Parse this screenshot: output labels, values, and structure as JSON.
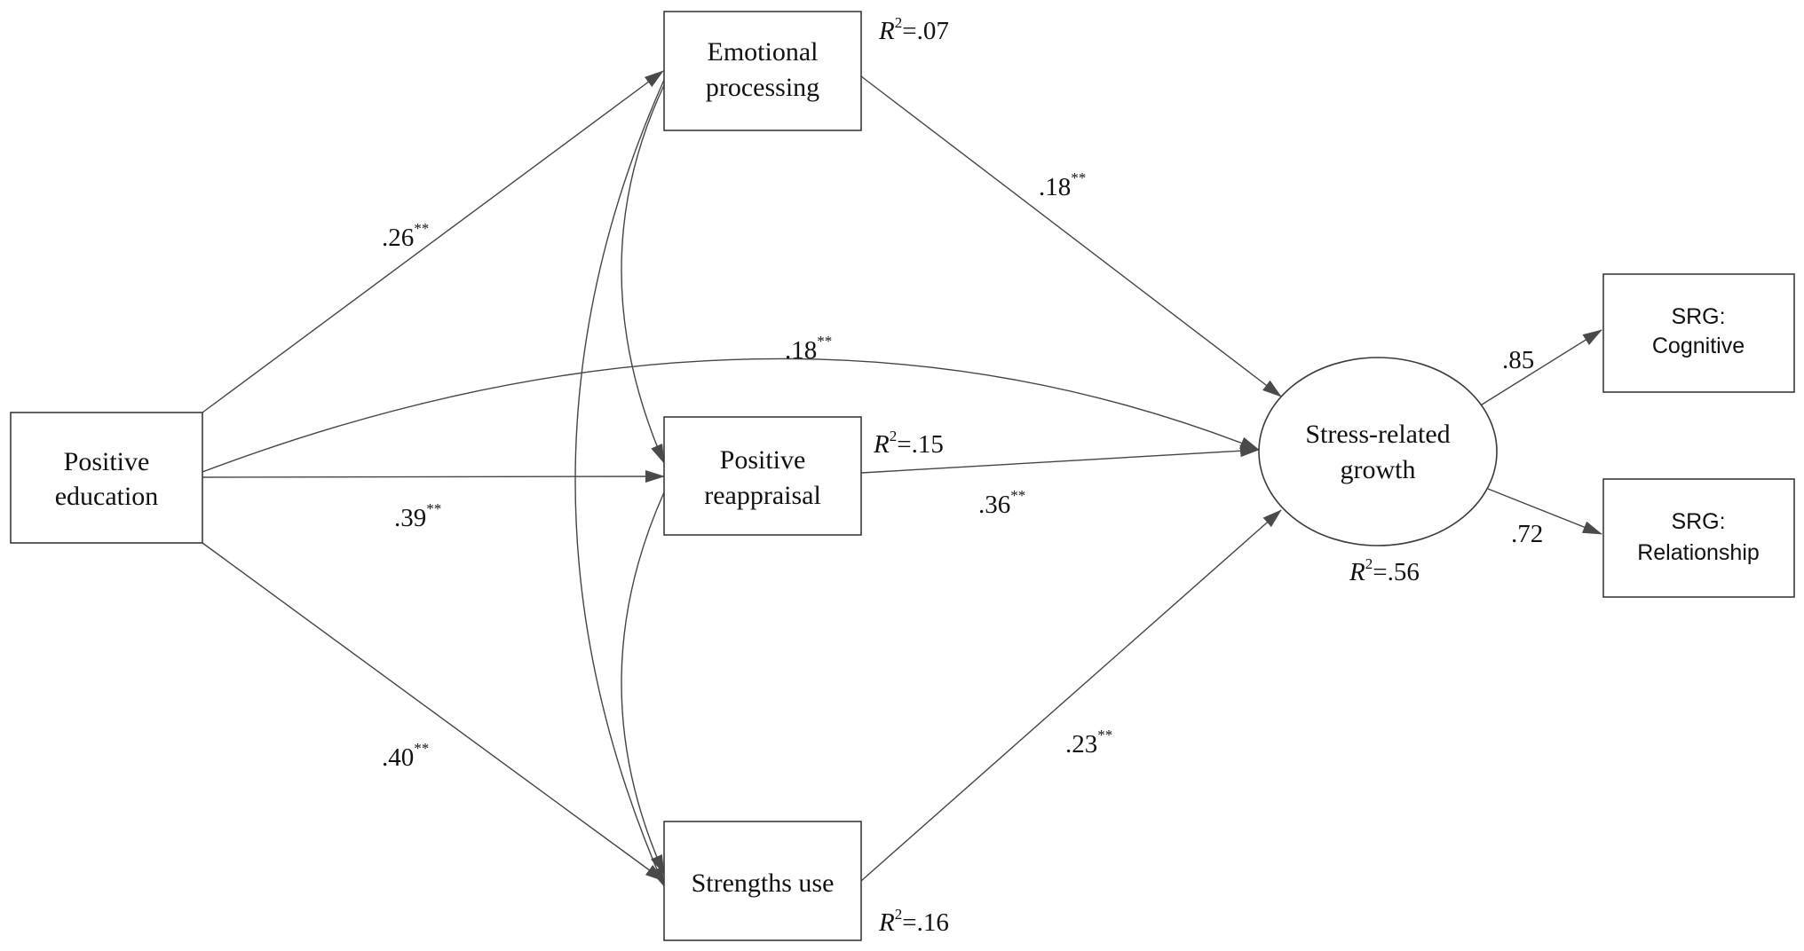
{
  "nodes": {
    "positive_education": {
      "line1": "Positive",
      "line2": "education"
    },
    "emotional_processing": {
      "line1": "Emotional",
      "line2": "processing"
    },
    "positive_reappraisal": {
      "line1": "Positive",
      "line2": "reappraisal"
    },
    "strengths_use": {
      "label": "Strengths use"
    },
    "stress_related_growth": {
      "line1": "Stress-related",
      "line2": "growth"
    },
    "srg_cognitive": {
      "line1": "SRG:",
      "line2": "Cognitive"
    },
    "srg_relationship": {
      "line1": "SRG:",
      "line2": "Relationship"
    }
  },
  "r_squared": {
    "symbol": "R",
    "exponent": "2",
    "emotional_processing": "=.07",
    "positive_reappraisal": "=.15",
    "strengths_use": "=.16",
    "stress_related_growth": "=.56"
  },
  "paths": {
    "edu_to_emotional": {
      "value": ".26",
      "sig": "**"
    },
    "edu_to_growth": {
      "value": ".18",
      "sig": "**"
    },
    "edu_to_reappraisal": {
      "value": ".39",
      "sig": "**"
    },
    "edu_to_strengths": {
      "value": ".40",
      "sig": "**"
    },
    "emotional_to_growth": {
      "value": ".18",
      "sig": "**"
    },
    "reappraisal_to_growth": {
      "value": ".36",
      "sig": "**"
    },
    "strengths_to_growth": {
      "value": ".23",
      "sig": "**"
    },
    "growth_to_cognitive": {
      "value": ".85"
    },
    "growth_to_relationship": {
      "value": ".72"
    }
  }
}
